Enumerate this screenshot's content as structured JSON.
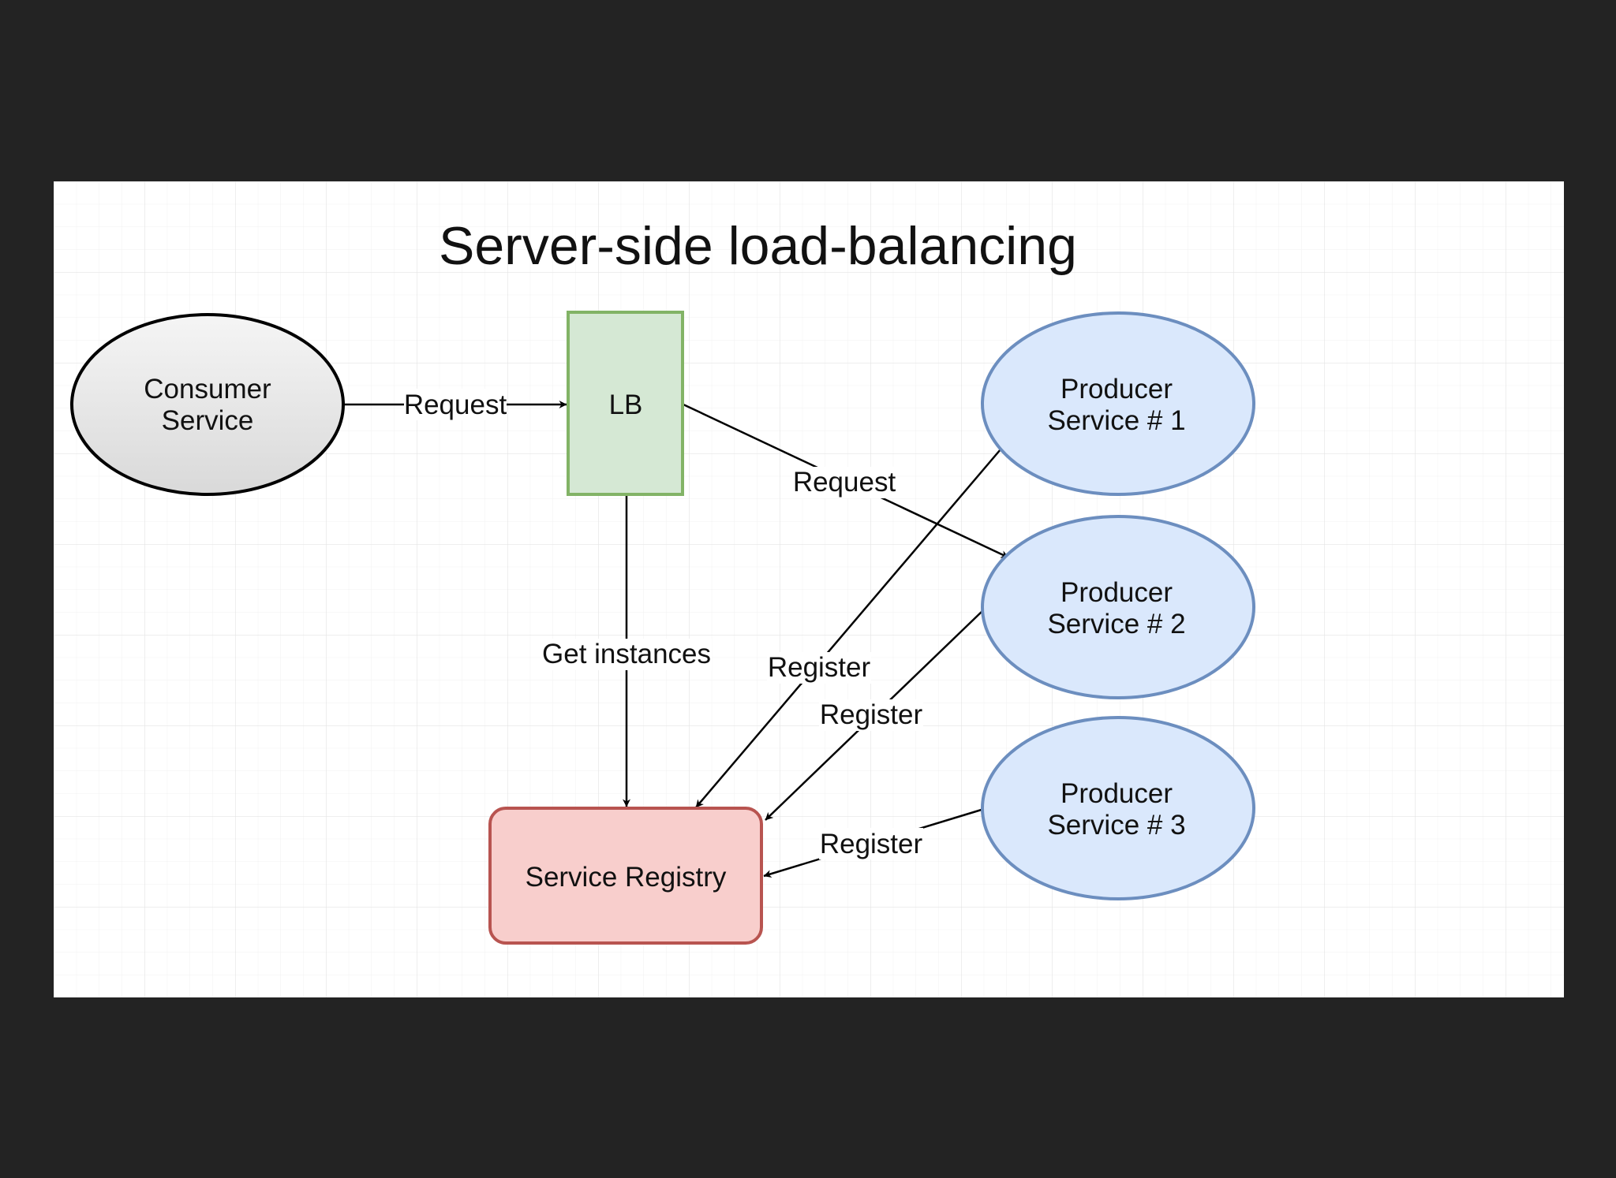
{
  "diagram": {
    "title": "Server-side load-balancing",
    "nodes": {
      "consumer": {
        "line1": "Consumer",
        "line2": "Service"
      },
      "lb": {
        "label": "LB"
      },
      "producer1": {
        "line1": "Producer",
        "line2": "Service # 1"
      },
      "producer2": {
        "line1": "Producer",
        "line2": "Service # 2"
      },
      "producer3": {
        "line1": "Producer",
        "line2": "Service # 3"
      },
      "registry": {
        "label": "Service Registry"
      }
    },
    "edges": {
      "consumer_to_lb": "Request",
      "lb_to_producer2": "Request",
      "lb_to_registry": "Get instances",
      "producer1_to_registry": "Register",
      "producer2_to_registry": "Register",
      "producer3_to_registry": "Register"
    }
  },
  "colors": {
    "page_background": "#232323",
    "canvas": "#ffffff",
    "grid": "#e6e6e6",
    "lb_fill": "#d5e8d4",
    "lb_stroke": "#82b366",
    "producer_fill": "#dae8fc",
    "producer_stroke": "#6c8ebf",
    "registry_fill": "#f8cecc",
    "registry_stroke": "#b85450",
    "consumer_stroke": "#000000"
  }
}
